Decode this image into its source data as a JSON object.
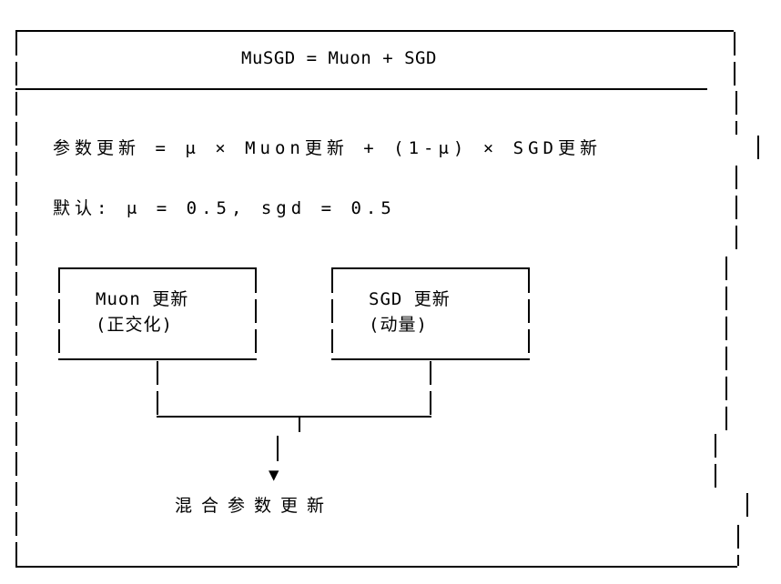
{
  "colors": {
    "line": "#000000",
    "background": "#ffffff",
    "text": "#000000"
  },
  "diagram": {
    "title": "MuSGD = Muon + SGD",
    "formula": "参数更新 = μ × Muon更新 + (1-μ) × SGD更新",
    "defaults": "默认: μ = 0.5, sgd = 0.5",
    "muon_box": {
      "name": "Muon 更新",
      "note": "(正交化)"
    },
    "sgd_box": {
      "name": "SGD 更新",
      "note": "(动量)"
    },
    "merge_arrow": "▼",
    "result": "混合参数更新"
  }
}
